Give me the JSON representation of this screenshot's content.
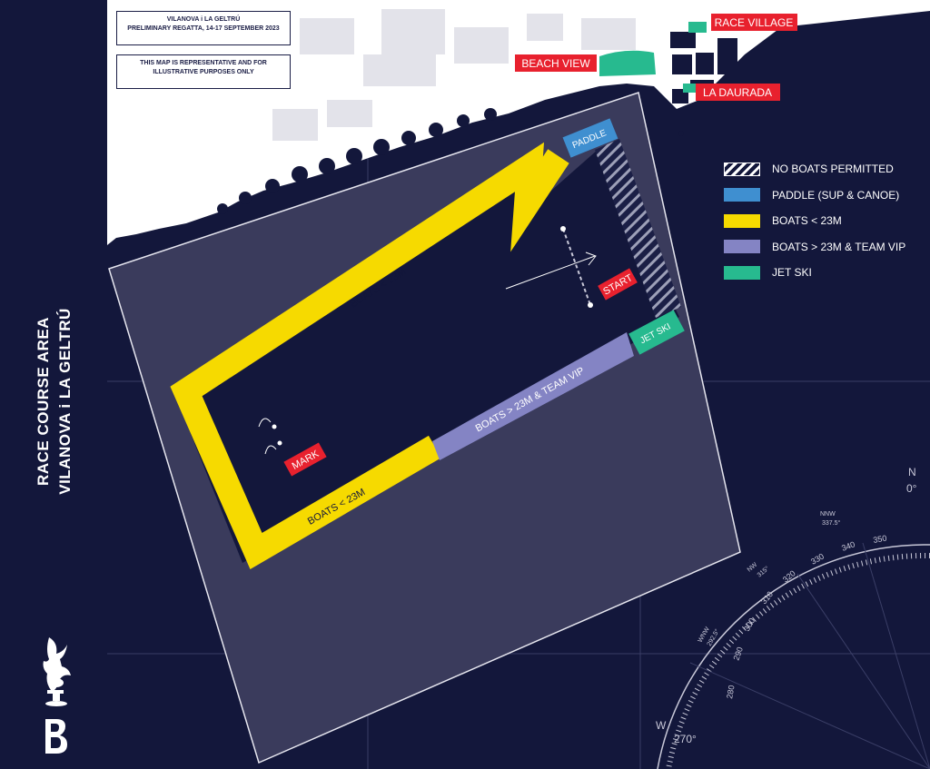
{
  "notice_top": {
    "line1": "VILANOVA i LA GELTRÚ",
    "line2": "PRELIMINARY REGATTA, 14-17 SEPTEMBER 2023"
  },
  "notice_disclaimer": {
    "line1": "THIS MAP IS REPRESENTATIVE AND FOR",
    "line2": "ILLUSTRATIVE PURPOSES ONLY"
  },
  "side_title": {
    "line1": "RACE COURSE AREA",
    "line2": "VILANOVA i LA GELTRÚ"
  },
  "place_labels": {
    "race_village": "RACE VILLAGE",
    "beach_view": "BEACH VIEW",
    "la_daurada": "LA DAURADA"
  },
  "zone_labels": {
    "paddle": "PADDLE",
    "jet_ski": "JET SKI",
    "boats_top": "BOATS < 23M",
    "boats_bottom": "BOATS < 23M",
    "boats_vip": "BOATS > 23M & TEAM VIP"
  },
  "course_labels": {
    "start": "START",
    "mark": "MARK"
  },
  "legend": [
    {
      "label": "NO BOATS PERMITTED",
      "color": "hatch"
    },
    {
      "label": "PADDLE (SUP & CANOE)",
      "color": "#3f8fd0"
    },
    {
      "label": "BOATS < 23M",
      "color": "#f6da00"
    },
    {
      "label": "BOATS > 23M & TEAM VIP",
      "color": "#8484c4"
    },
    {
      "label": "JET SKI",
      "color": "#27ba8f"
    }
  ],
  "compass": {
    "north_letter": "N",
    "north_deg": "0°",
    "west_letter": "W",
    "west_deg": "270°",
    "nw": "NW",
    "nw_deg": "315°",
    "nnw": "NNW",
    "nnw_deg": "337.5°",
    "wnw": "WNW",
    "wnw_deg": "292.5°",
    "ticks": [
      "350",
      "340",
      "330",
      "320",
      "310",
      "300",
      "290",
      "280"
    ]
  },
  "colors": {
    "sea": "#13173b",
    "course_area": "#3a3b5c",
    "land": "#ffffff",
    "label_red": "#e8212e",
    "yellow": "#f6da00",
    "vip": "#8484c4",
    "paddle": "#3f8fd0",
    "jetski": "#27ba8f"
  }
}
